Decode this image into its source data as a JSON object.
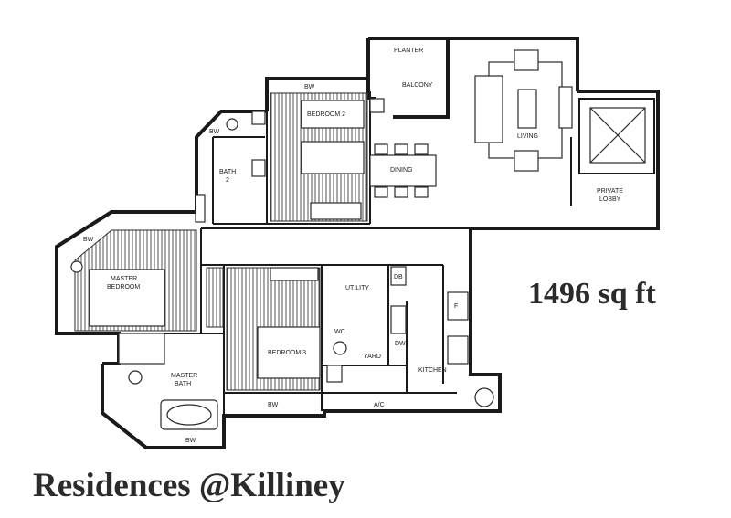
{
  "title": "Residences @Killiney",
  "area": "1496 sq ft",
  "rooms": {
    "planter": "PLANTER",
    "balcony": "BALCONY",
    "bw_top": "BW",
    "bedroom2": "BEDROOM 2",
    "bw_bath2": "BW",
    "bath2_line1": "BATH",
    "bath2_line2": "2",
    "dining": "DINING",
    "living": "LIVING",
    "private_lobby_line1": "PRIVATE",
    "private_lobby_line2": "LOBBY",
    "bw_master": "BW",
    "master_bedroom_line1": "MASTER",
    "master_bedroom_line2": "BEDROOM",
    "utility": "UTILITY",
    "db": "DB",
    "f": "F",
    "wc": "WC",
    "dw": "DW",
    "yard": "YARD",
    "bedroom3": "BEDROOM 3",
    "master_bath_line1": "MASTER",
    "master_bath_line2": "BATH",
    "kitchen": "KITCHEN",
    "bw_bottom": "BW",
    "ac": "A/C",
    "bw_master_bath": "BW"
  }
}
